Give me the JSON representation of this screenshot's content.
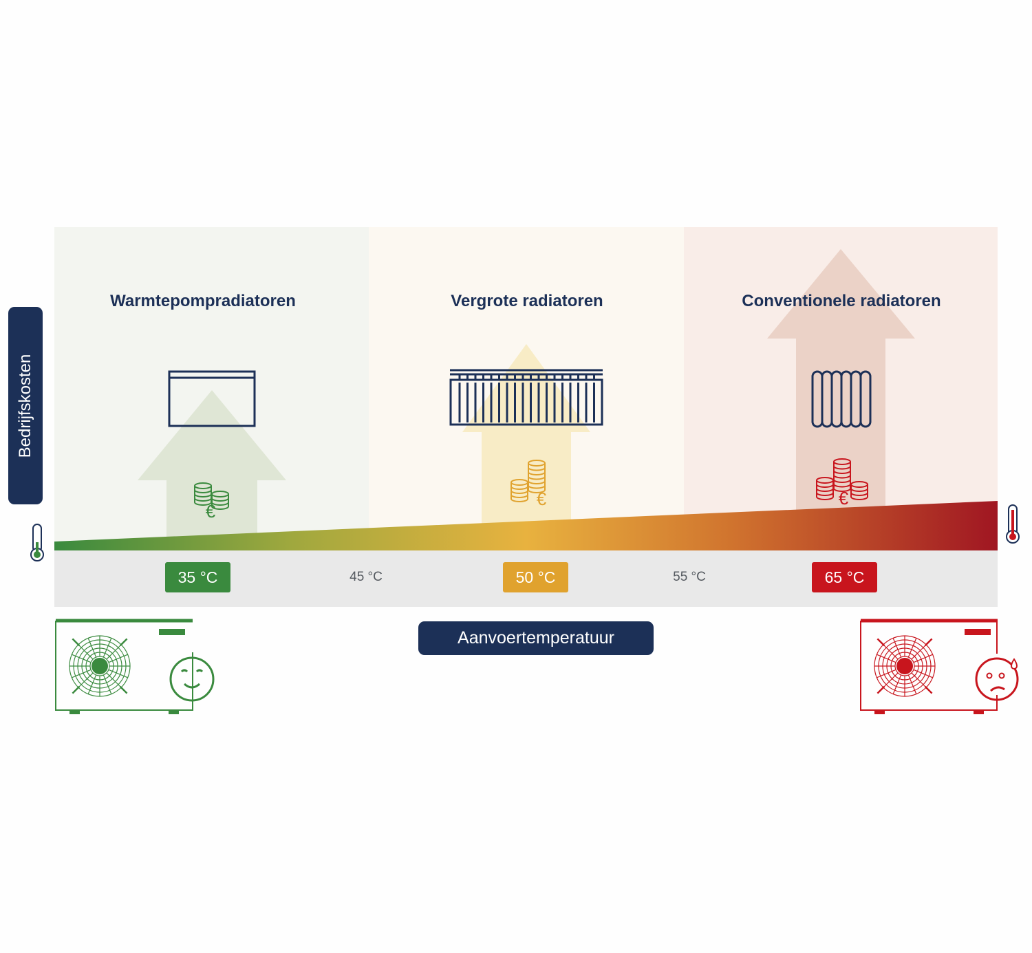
{
  "axes": {
    "y_label": "Bedrijfskosten",
    "x_label": "Aanvoertemperatuur"
  },
  "columns": [
    {
      "title": "Warmtepompradiatoren",
      "badge": "35 °C",
      "color": "#3a8a3e"
    },
    {
      "title": "Vergrote radiatoren",
      "badge": "50 °C",
      "color": "#e0a22e"
    },
    {
      "title": "Conventionele radiatoren",
      "badge": "65 °C",
      "color": "#c8151d"
    }
  ],
  "ticks": [
    "45 °C",
    "55 °C"
  ],
  "icons": {
    "radiators": [
      "panel-radiator-icon",
      "large-radiator-icon",
      "column-radiator-icon"
    ],
    "coins": "euro-coins-icon",
    "thermometers": [
      "thermometer-low-icon",
      "thermometer-high-icon"
    ],
    "heat_pumps": [
      "heat-pump-green-icon",
      "heat-pump-red-icon"
    ],
    "faces": [
      "smiley-face-icon",
      "sweating-face-icon"
    ]
  },
  "colors": {
    "navy": "#1c3057",
    "green": "#3a8a3e",
    "orange": "#e0a22e",
    "red": "#c8151d"
  }
}
